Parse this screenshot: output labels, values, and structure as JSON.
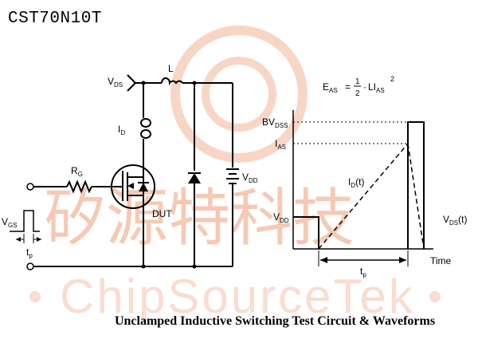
{
  "header": {
    "title": "CST70N10T"
  },
  "watermark": {
    "chinese": "矽源特科技",
    "english": "ChipSourceTek",
    "color": "#f4b9a0"
  },
  "circuit": {
    "vds": {
      "main": "V",
      "sub": "DS"
    },
    "inductor": "L",
    "id": {
      "main": "I",
      "sub": "D"
    },
    "rg": {
      "main": "R",
      "sub": "G"
    },
    "dut": "DUT",
    "vdd": {
      "main": "V",
      "sub": "DD"
    },
    "vgs": {
      "main": "V",
      "sub": "GS"
    },
    "tp": {
      "main": "t",
      "sub": "p"
    }
  },
  "waveform": {
    "formula": {
      "lhs_main": "E",
      "lhs_sub": "AS",
      "eq": "=",
      "num": "1",
      "den": "2",
      "dot": "·",
      "li": "LI",
      "li_sub": "AS",
      "exp": "2"
    },
    "bvdss": {
      "main": "BV",
      "sub": "DSS"
    },
    "ias": {
      "main": "I",
      "sub": "AS"
    },
    "id_t": {
      "main": "I",
      "sub": "D",
      "tail": "(t)"
    },
    "vdd": {
      "main": "V",
      "sub": "DD"
    },
    "vds_t": {
      "main": "V",
      "sub": "DS",
      "tail": "(t)"
    },
    "time": "Time",
    "tp": {
      "main": "t",
      "sub": "p"
    }
  },
  "caption": "Unclamped Inductive Switching Test Circuit & Waveforms"
}
